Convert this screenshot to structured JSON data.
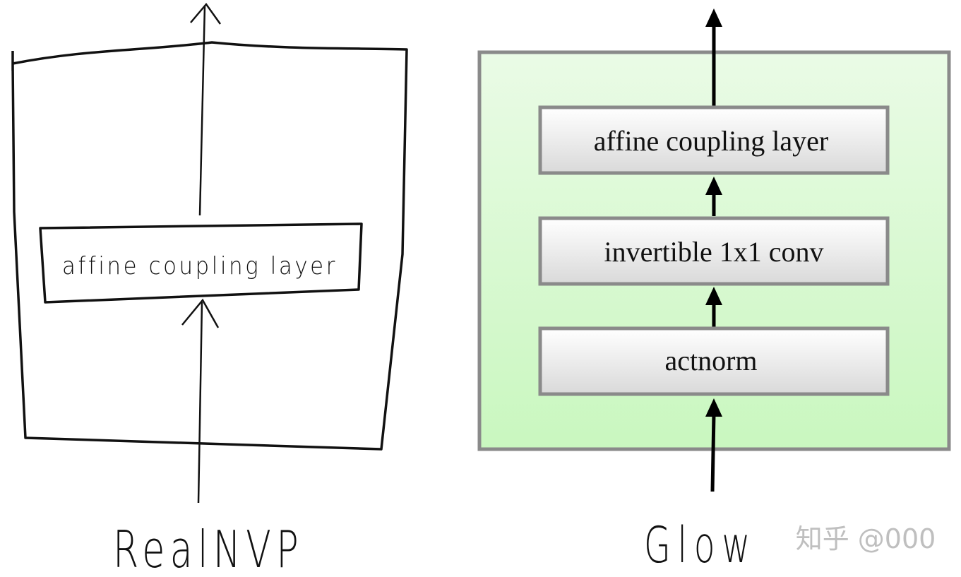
{
  "realnvp": {
    "block_label": "affine coupling layer",
    "caption": "RealNVP"
  },
  "glow": {
    "layers": [
      "affine coupling layer",
      "invertible 1x1 conv",
      "actnorm"
    ],
    "caption": "Glow",
    "colors": {
      "panel_fill_top": "#eafbe6",
      "panel_fill_bottom": "#c9f7bf",
      "panel_border": "#8a8a8a",
      "box_fill_top": "#ffffff",
      "box_fill_bottom": "#d9d9d9",
      "box_border": "#8a8a8a"
    }
  },
  "watermark": "知乎 @000"
}
